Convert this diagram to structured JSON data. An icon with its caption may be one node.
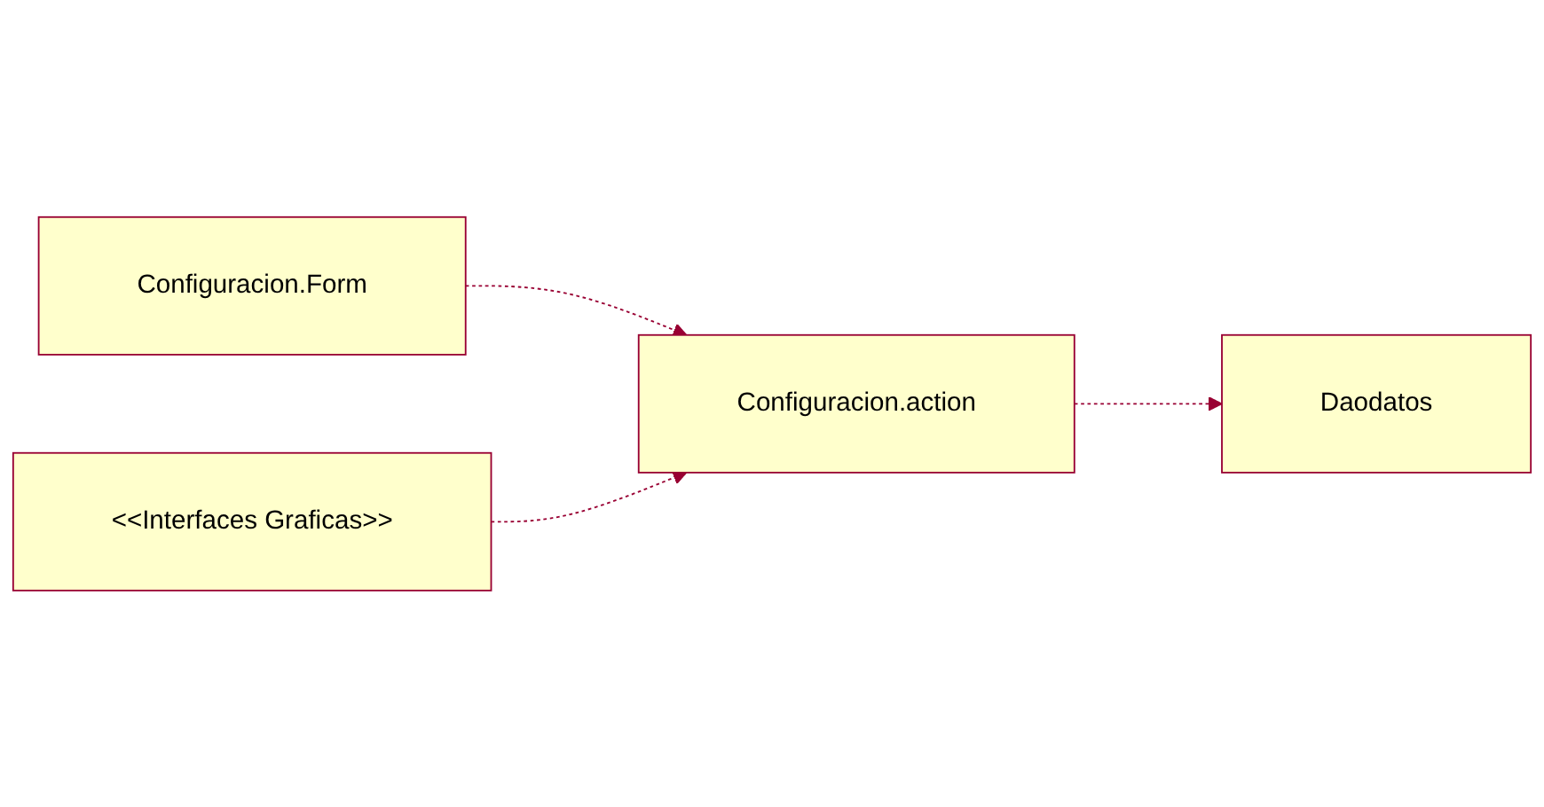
{
  "diagram": {
    "nodes": [
      {
        "text": [
          "Configuracion.Form"
        ]
      },
      {
        "text": [
          "Configuracion.action"
        ]
      },
      {
        "text": [
          "Daodatos"
        ]
      },
      {
        "text": [
          "<<Interfaces Graficas>>"
        ]
      }
    ],
    "edges": [
      {
        "from": 0,
        "to": 1,
        "arrow": "to",
        "style": "dashed"
      },
      {
        "from": 1,
        "to": 2,
        "arrow": "to",
        "style": "dashed"
      },
      {
        "from": 3,
        "to": 1,
        "arrow": "to",
        "style": "dashed"
      }
    ]
  }
}
